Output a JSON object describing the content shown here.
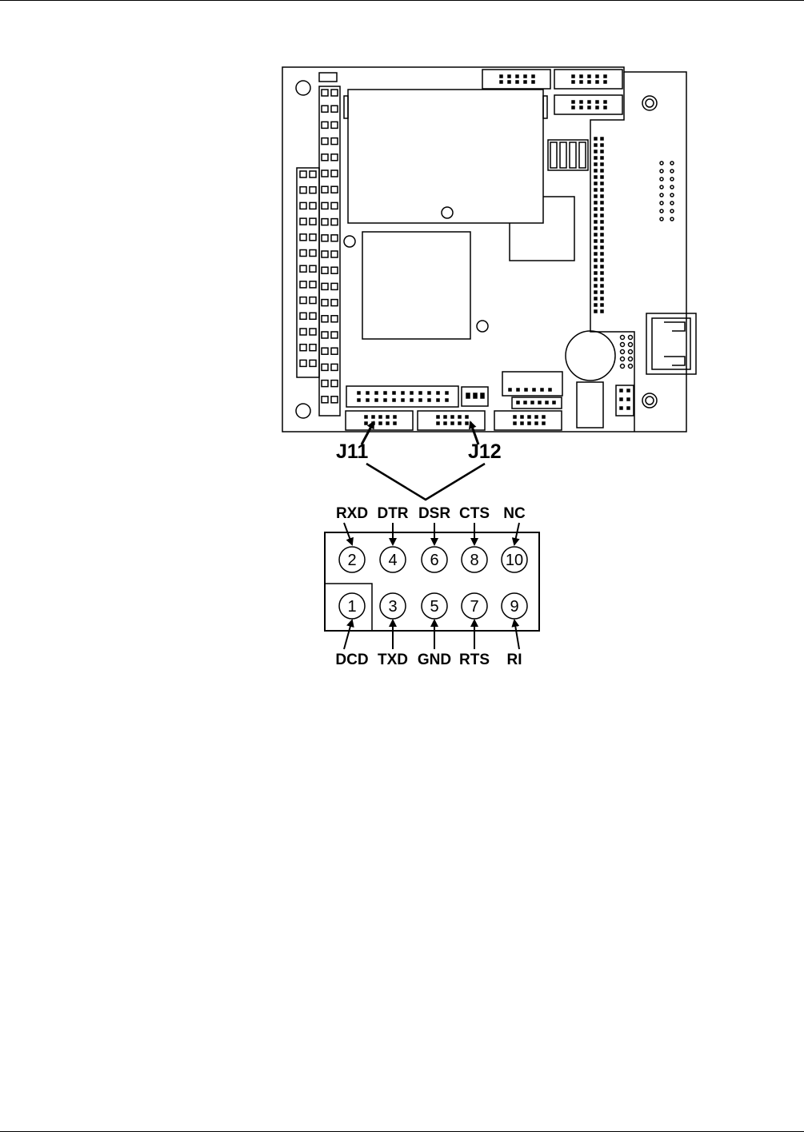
{
  "figure": {
    "connector_labels": {
      "j11": "J11",
      "j12": "J12"
    },
    "top_row_pins": [
      {
        "num": "2",
        "signal": "RXD"
      },
      {
        "num": "4",
        "signal": "DTR"
      },
      {
        "num": "6",
        "signal": "DSR"
      },
      {
        "num": "8",
        "signal": "CTS"
      },
      {
        "num": "10",
        "signal": "NC"
      }
    ],
    "bottom_row_pins": [
      {
        "num": "1",
        "signal": "DCD"
      },
      {
        "num": "3",
        "signal": "TXD"
      },
      {
        "num": "5",
        "signal": "GND"
      },
      {
        "num": "7",
        "signal": "RTS"
      },
      {
        "num": "9",
        "signal": "RI"
      }
    ]
  }
}
